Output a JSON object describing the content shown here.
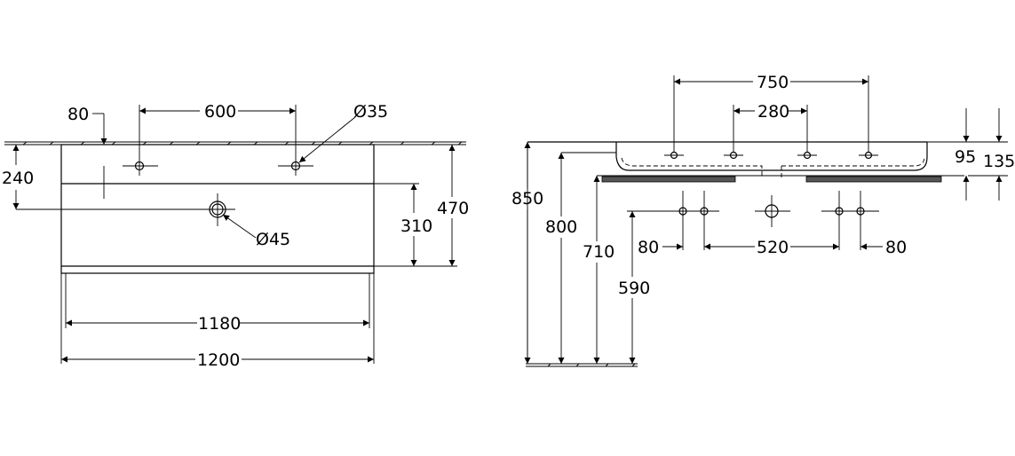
{
  "front_view": {
    "dim_80": "80",
    "dim_600": "600",
    "dim_d35": "Ø35",
    "dim_240": "240",
    "dim_d45": "Ø45",
    "dim_310": "310",
    "dim_470": "470",
    "dim_1180": "1180",
    "dim_1200": "1200"
  },
  "side_view": {
    "dim_750": "750",
    "dim_280": "280",
    "dim_95": "95",
    "dim_135": "135",
    "dim_850": "850",
    "dim_800": "800",
    "dim_710": "710",
    "dim_590": "590",
    "dim_80_left": "80",
    "dim_520": "520",
    "dim_80_right": "80"
  }
}
